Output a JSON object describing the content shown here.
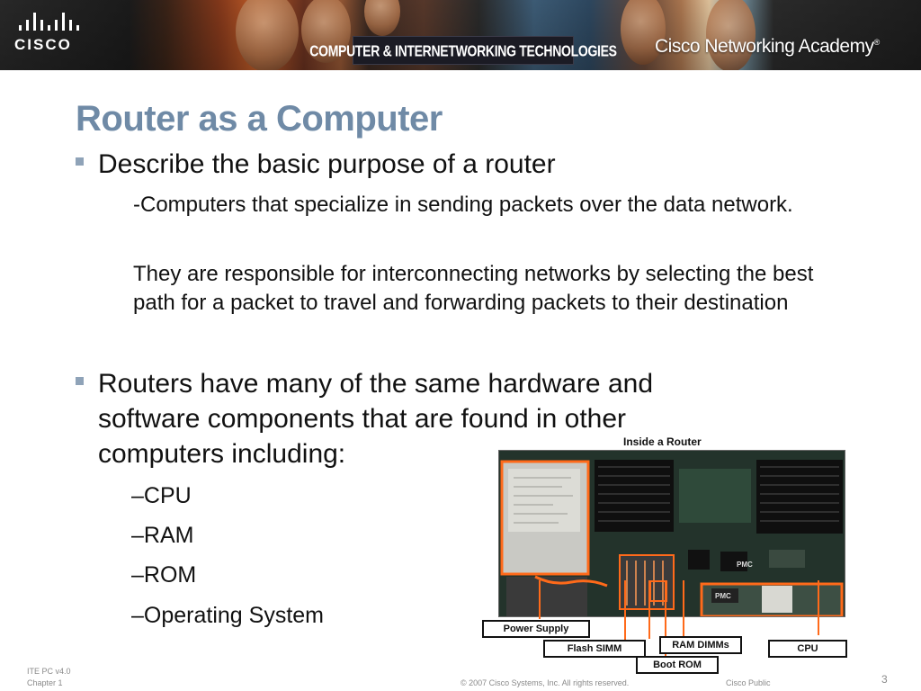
{
  "banner": {
    "logo_text": "CISCO",
    "program_title": "COMPUTER & INTERNETWORKING TECHNOLOGIES",
    "academy": "Cisco Networking Academy",
    "academy_mark": "®"
  },
  "slide": {
    "title": "Router as a Computer",
    "bullets": [
      {
        "text": "Describe the basic purpose of a router",
        "paragraphs": [
          "-Computers that specialize in sending packets over the data network.",
          "They are responsible for interconnecting networks by selecting the best path for a packet to travel and forwarding packets to their destination"
        ]
      },
      {
        "text": "Routers have many of the same hardware and software components that are found in other computers including:",
        "items": [
          "–CPU",
          "–RAM",
          "–ROM",
          "–Operating System"
        ]
      }
    ]
  },
  "figure": {
    "title": "Inside a Router",
    "labels": {
      "power_supply": "Power Supply",
      "flash_simm": "Flash SIMM",
      "ram_dimms": "RAM DIMMs",
      "cpu": "CPU",
      "boot_rom": "Boot ROM"
    },
    "chip_texts": [
      "PMC",
      "PMC"
    ],
    "highlight_color": "#ff6a1a"
  },
  "footer": {
    "version": "ITE PC v4.0",
    "chapter": "Chapter 1",
    "copyright": "© 2007 Cisco Systems, Inc. All rights reserved.",
    "classification": "Cisco Public",
    "page": "3"
  }
}
